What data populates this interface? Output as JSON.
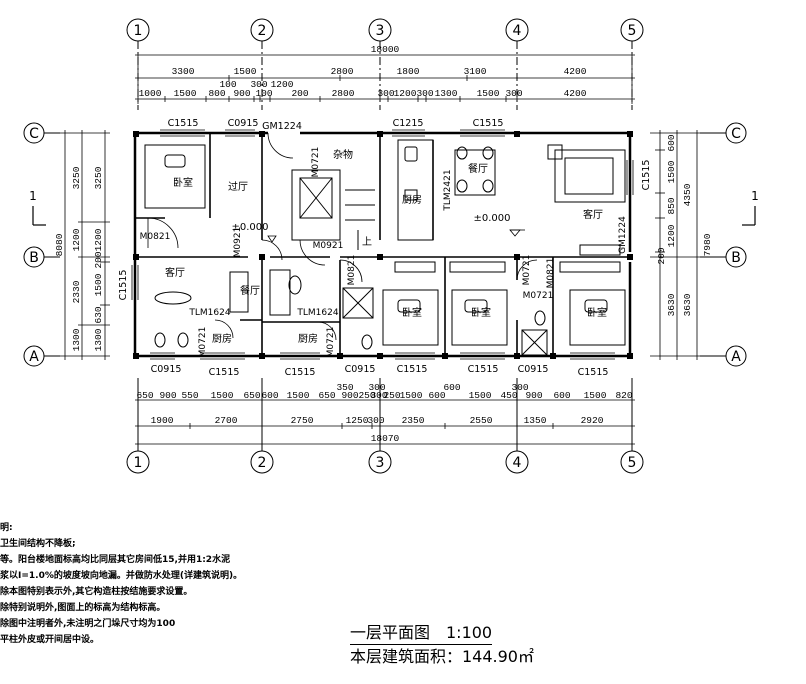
{
  "axes_top": [
    "1",
    "2",
    "3",
    "4",
    "5"
  ],
  "axes_bottom": [
    "1",
    "2",
    "3",
    "4",
    "5"
  ],
  "axes_left": [
    "C",
    "B",
    "A"
  ],
  "axes_right": [
    "C",
    "B",
    "A"
  ],
  "section_mark": "1",
  "dims_top": {
    "total": "18000",
    "row1": [
      "3300",
      "1500",
      "2800",
      "1800",
      "3100",
      "4200"
    ],
    "row_mid": [
      "100",
      "300",
      "1200"
    ],
    "row2": [
      "1000",
      "1500",
      "800",
      "900",
      "100",
      "200",
      "2800",
      "300",
      "1200",
      "300",
      "1300",
      "1500",
      "300",
      "4200"
    ]
  },
  "dims_bottom": {
    "row1": [
      "650",
      "900",
      "550",
      "1500",
      "650",
      "600",
      "1500",
      "650",
      "900",
      "250",
      "300",
      "250",
      "1500",
      "600",
      "1500",
      "450",
      "900",
      "600",
      "1500",
      "820"
    ],
    "row_mid": [
      "350",
      "300",
      "600",
      "300"
    ],
    "row2": [
      "1900",
      "2700",
      "2750",
      "1250",
      "300",
      "2350",
      "2550",
      "1350",
      "2920"
    ],
    "total": "18070"
  },
  "dims_left": {
    "outer": [
      "3250",
      "1200",
      "2330",
      "1300"
    ],
    "inner": [
      "3250",
      "1200",
      "200",
      "1500",
      "630"
    ],
    "total": "8080"
  },
  "dims_right": {
    "inner": [
      "600",
      "1500",
      "850",
      "1200",
      "200"
    ],
    "outer": [
      "4350",
      "3630"
    ],
    "lower": "3630",
    "total": "7980"
  },
  "window_labels": [
    "C1515",
    "C0915",
    "GM1224",
    "C1215",
    "C1515",
    "C0915",
    "C1515",
    "C1515",
    "C0915",
    "C1515",
    "C0915",
    "C1515",
    "C1515",
    "C1515",
    "C1515"
  ],
  "door_labels": [
    "M0721",
    "M0821",
    "M0921",
    "M0921",
    "M0821",
    "M0821",
    "M0721",
    "M0721",
    "M0721",
    "M0721",
    "GM1224",
    "TLM2421",
    "TLM1624",
    "TLM1624"
  ],
  "room_labels": {
    "bedroom": "卧室",
    "hall": "过厅",
    "storage": "杂物",
    "kitchen": "厨房",
    "dining": "餐厅",
    "living": "客厅",
    "up": "上"
  },
  "elevation": "±0.000",
  "notes": [
    "明:",
    "卫生间结构不降板;",
    "等。阳台楼地面标高均比同层其它房间低15,并用1:2水泥",
    "浆以I=1.0%的坡度坡向地漏。并做防水处理(详建筑说明)。",
    "除本图特别表示外,其它构造柱按结施要求设置。",
    "除特别说明外,图面上的标高为结构标高。",
    "除图中注明者外,未注明之门垛尺寸均为100",
    "平柱外皮或开间居中设。"
  ],
  "title": "一层平面图　1:100",
  "area": "本层建筑面积：144.90㎡"
}
